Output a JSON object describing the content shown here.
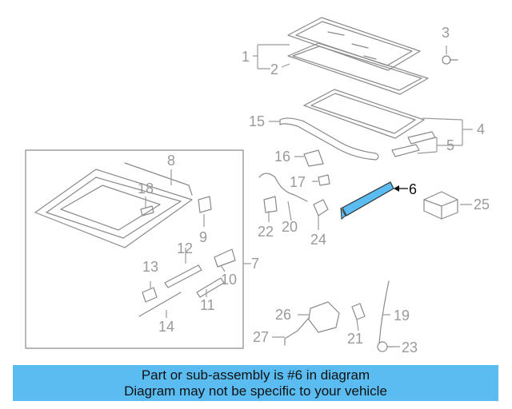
{
  "diagram": {
    "highlight_color": "#5bbcf2",
    "part_labels": [
      "1",
      "2",
      "3",
      "4",
      "5",
      "6",
      "7",
      "8",
      "9",
      "10",
      "11",
      "12",
      "13",
      "14",
      "15",
      "16",
      "17",
      "18",
      "19",
      "20",
      "21",
      "22",
      "23",
      "24",
      "25",
      "26",
      "27"
    ],
    "highlighted_part": "6"
  },
  "banner": {
    "line1": "Part or sub-assembly is #6 in diagram",
    "line2": "Diagram may not be specific to your vehicle"
  }
}
